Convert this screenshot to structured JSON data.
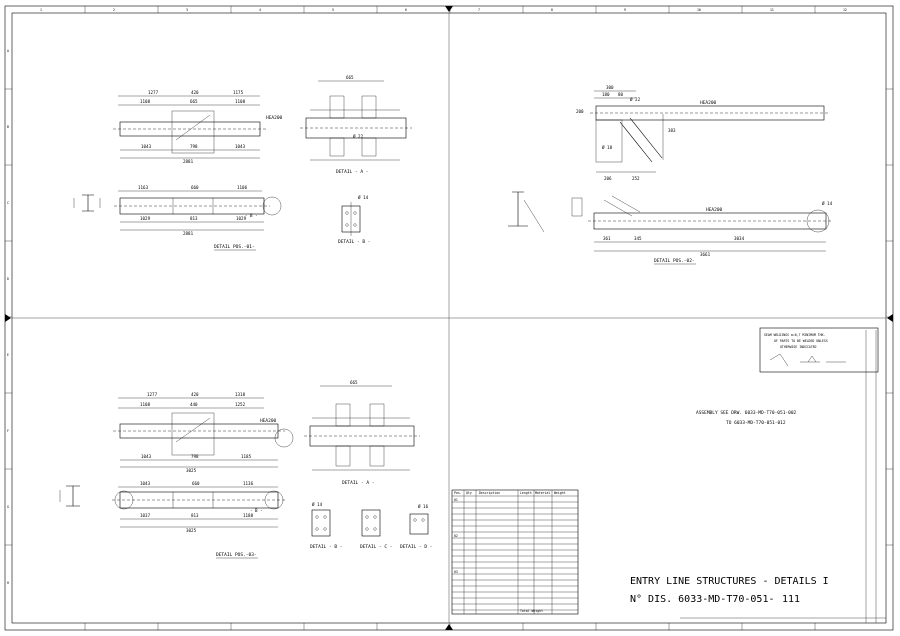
{
  "sheet": {
    "top_zone_numbers": [
      "1",
      "2",
      "3",
      "4",
      "5",
      "6",
      "7",
      "8",
      "9",
      "10",
      "11",
      "12"
    ],
    "side_zone_letters": [
      "A",
      "B",
      "C",
      "D",
      "E",
      "F",
      "G",
      "H"
    ]
  },
  "detail1": {
    "dims_top": [
      "1277",
      "420",
      "1175"
    ],
    "dims_mid": [
      "1108",
      "665",
      "1108"
    ],
    "dims_low": [
      "1043",
      "798",
      "1043"
    ],
    "total": "2881",
    "hea": "HEA200",
    "plan_dims": [
      "1163",
      "660",
      "1106"
    ],
    "plan_low": [
      "1029",
      "813",
      "1029"
    ],
    "plan_total": "2881",
    "tag": "DETAIL POS.-01-",
    "marker_b": "- B -"
  },
  "detail1_section": {
    "top_dim": "665",
    "label": "DETAIL - A -",
    "phi": "Ø 22"
  },
  "detail1_b": {
    "label": "DETAIL - B -",
    "phi": "Ø 14"
  },
  "detail2": {
    "dims": [
      "300",
      "180",
      "80",
      "200"
    ],
    "hea": "HEA200",
    "phi": "Ø 22",
    "phi2": "Ø 18",
    "dim_side": "383",
    "dim_low": [
      "206",
      "252"
    ],
    "plan_dims": [
      "361",
      "345",
      "3034"
    ],
    "plan_total": "3661",
    "hea_plan": "HEA200",
    "phi_plan": "Ø 14",
    "tag": "DETAIL POS.-02-"
  },
  "detail3": {
    "dims_top": [
      "1277",
      "420",
      "1318"
    ],
    "dims_mid": [
      "1108",
      "440",
      "1252"
    ],
    "dims_low": [
      "1043",
      "798",
      "1185"
    ],
    "total": "3025",
    "hea": "HEA200",
    "plan_dims": [
      "1043",
      "660",
      "1136"
    ],
    "plan_low": [
      "1037",
      "813",
      "1188"
    ],
    "plan_total": "3025",
    "tag": "DETAIL POS.-03-",
    "marker_b": "- B -"
  },
  "detail3_section": {
    "top_dim": "665",
    "label": "DETAIL - A -"
  },
  "detail3_small": {
    "b_label": "DETAIL - B -",
    "c_label": "DETAIL - C -",
    "d_label": "DETAIL - D -",
    "phi": "Ø 14",
    "phi2": "Ø 16"
  },
  "weld_note": {
    "line1": "SEAM WELDINGS a=0,7 MINIMUM THK.",
    "line2": "OF PARTS TO BE WELDED UNLESS",
    "line3": "OTHERWISE INDICATED"
  },
  "assembly_note": {
    "line1": "ASSEMBLY SEE DRW. 6033-MD-T70-051-002",
    "line2": "TO 6033-MD-T70-051-012"
  },
  "title_block": {
    "title": "ENTRY LINE STRUCTURES - DETAILS I",
    "number_prefix": "N° DIS. 6033-MD-T70-051-",
    "number_suffix": "111"
  },
  "bom": {
    "headers": [
      "Pos.",
      "Qty",
      "Description",
      "Length",
      "Material",
      "Weight"
    ],
    "groups": [
      "01",
      "02",
      "03"
    ],
    "total_label": "Total Weight"
  }
}
